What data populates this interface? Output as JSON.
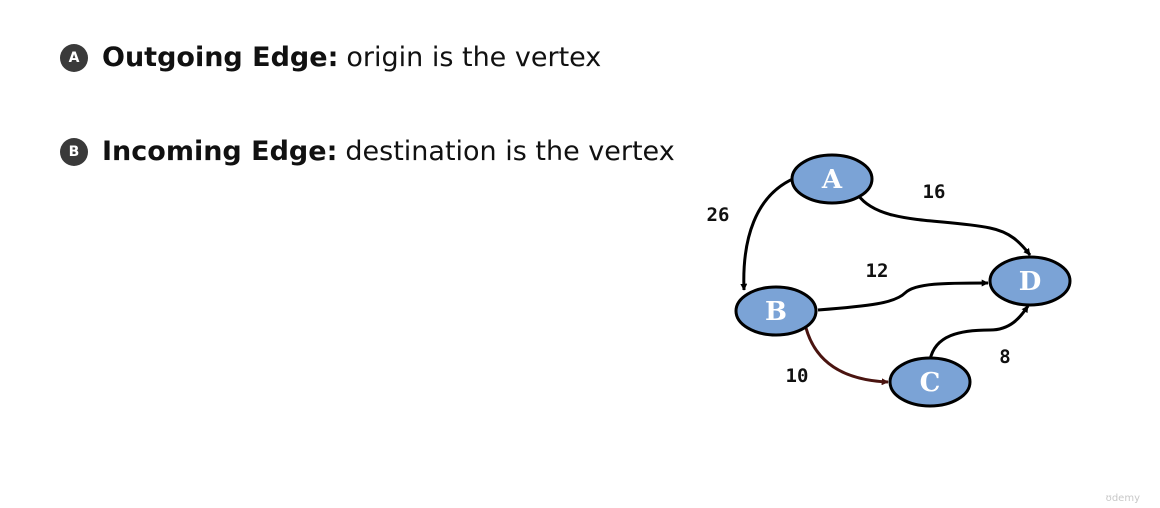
{
  "bullets": [
    {
      "badge": "A",
      "term": "Outgoing Edge:",
      "description": "origin is the vertex"
    },
    {
      "badge": "B",
      "term": "Incoming Edge:",
      "description": "destination is the vertex"
    }
  ],
  "graph": {
    "node_fill": "#7ba3d6",
    "node_stroke": "#000000",
    "edge_color": "#000000",
    "highlight_edge_color": "#4a1410",
    "nodes": [
      {
        "id": "A",
        "label": "A"
      },
      {
        "id": "B",
        "label": "B"
      },
      {
        "id": "C",
        "label": "C"
      },
      {
        "id": "D",
        "label": "D"
      }
    ],
    "edges": [
      {
        "from": "A",
        "to": "B",
        "weight": "26"
      },
      {
        "from": "A",
        "to": "D",
        "weight": "16"
      },
      {
        "from": "B",
        "to": "D",
        "weight": "12"
      },
      {
        "from": "B",
        "to": "C",
        "weight": "10",
        "highlighted": true
      },
      {
        "from": "C",
        "to": "D",
        "weight": "8"
      }
    ]
  },
  "watermark": "ʊdemy"
}
